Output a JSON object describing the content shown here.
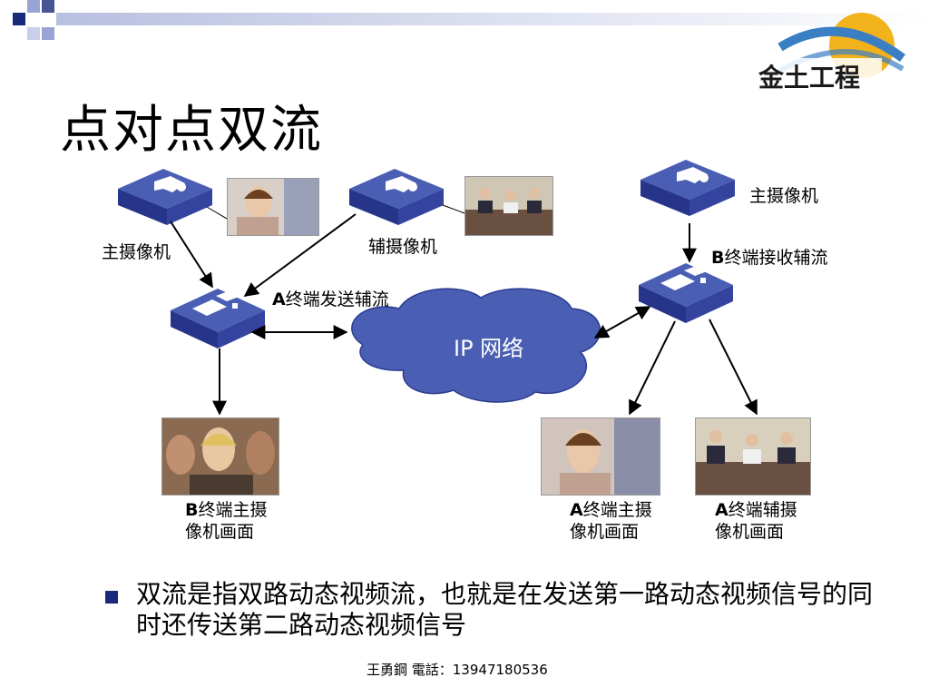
{
  "title": "点对点双流",
  "labels": {
    "a_main_camera": "主摄像机",
    "a_aux_camera": "辅摄像机",
    "a_send_aux_letter": "A",
    "a_send_aux_text": "终端发送辅流",
    "b_main_camera": "主摄像机",
    "b_recv_aux_letter": "B",
    "b_recv_aux_text": "终端接收辅流",
    "cloud": "IP 网络",
    "b_main_screen_letter": "B",
    "b_main_screen_text": "终端主摄像机画面",
    "a_main_screen_letter": "A",
    "a_main_screen_text": "终端主摄像机画面",
    "a_aux_screen_letter": "A",
    "a_aux_screen_text": "终端辅摄像机画面"
  },
  "bullet": "双流是指双路动态视频流，也就是在发送第一路动态视频信号的同时还传送第二路动态视频信号",
  "footer": "王勇鋼  電話：13947180536",
  "logo": {
    "text": "金土工程",
    "colors": {
      "gold": "#f2b21c",
      "blue": "#3a7fc4",
      "dark": "#1a1a1a"
    }
  },
  "colors": {
    "device_top": "#4a5fb4",
    "device_side": "#26358a",
    "cloud_fill": "#4a5fb4",
    "cloud_stroke": "#2c3c90",
    "arrow": "#000000",
    "deco_dark": "#1a2a7a",
    "deco_light": "#9aa4d4"
  },
  "icons": [
    "camera-device-icon",
    "terminal-device-icon",
    "cloud-icon",
    "photo-placeholder-icon"
  ]
}
